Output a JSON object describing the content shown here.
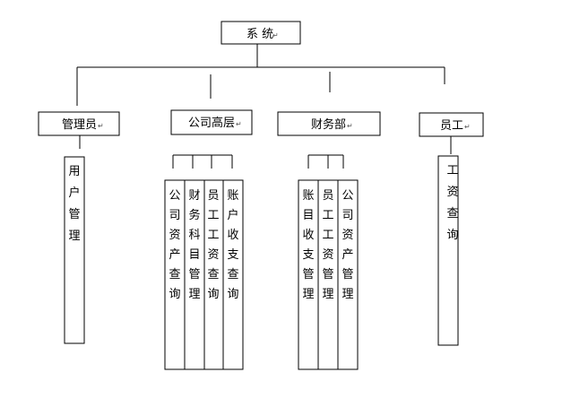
{
  "root": {
    "label": "系 统"
  },
  "level1": [
    {
      "id": "admin",
      "label": "管理员"
    },
    {
      "id": "exec",
      "label": "公司高层"
    },
    {
      "id": "finance",
      "label": "财务部"
    },
    {
      "id": "staff",
      "label": "员工"
    }
  ],
  "children": {
    "admin": [
      "用户管理"
    ],
    "exec": [
      "公司资产查询",
      "财务科目管理",
      "员工工资查询",
      "账户收支查询"
    ],
    "finance": [
      "账目收支管理",
      "员工工资管理",
      "公司资产管理"
    ],
    "staff": [
      "工资查询"
    ]
  },
  "paragraph_mark": "↵"
}
